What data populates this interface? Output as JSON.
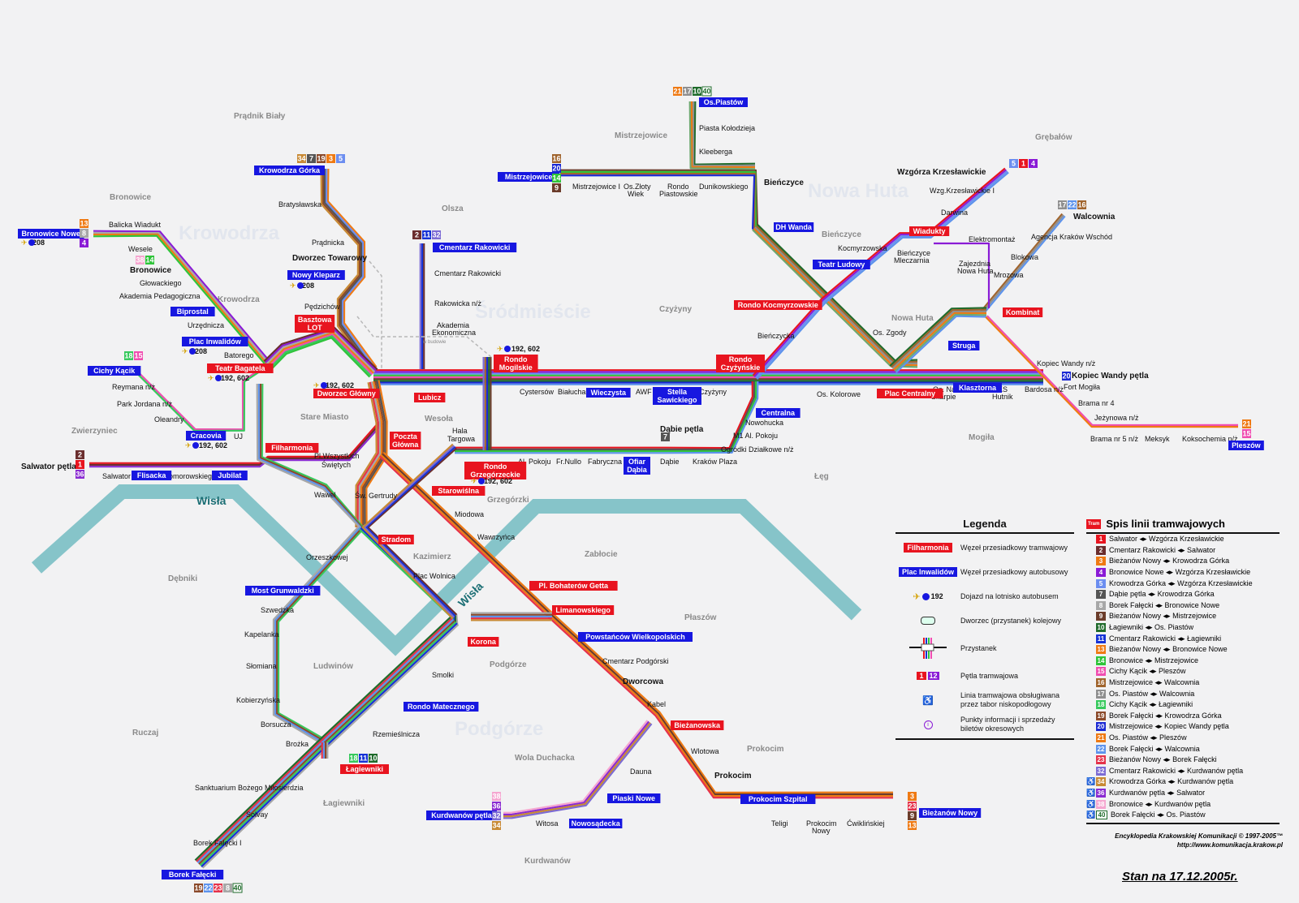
{
  "colors": {
    "river": "#86c4c9",
    "hub_tram": "#e8141f",
    "hub_bus": "#1717e0",
    "line1": "#e8141f",
    "line2": "#6b2e2e",
    "line3": "#ef7a13",
    "line4": "#8a1bd6",
    "line5": "#6c8ef0",
    "line7": "#555555",
    "line8": "#a7a7a7",
    "line9": "#6b3c2a",
    "line10": "#1f6b2b",
    "line11": "#1532d6",
    "line13": "#ef7a13",
    "line14": "#2fc43a",
    "line15": "#f04db0",
    "line16": "#a0642d",
    "line17": "#8f8f8f",
    "line18": "#37c95d",
    "line19": "#8b4a2b",
    "line20": "#1a28d3",
    "line21": "#ef7a13",
    "line22": "#5d93ec",
    "line23": "#e5324a",
    "line32": "#7c6bd4",
    "line34": "#c88a35",
    "line36": "#8a2bd1",
    "line38": "#f5a6d0",
    "line40": "#ffffff"
  },
  "districts": {
    "pradnik": "Prądnik Biały",
    "bronowice": "Bronowice",
    "krowodrza_small": "Krowodrza",
    "olsza": "Olsza",
    "mistrzejowice": "Mistrzejowice",
    "grebalow": "Grębałów",
    "czyzyny": "Czyżyny",
    "bienczyce": "Bieńczyce",
    "nowa_huta_small": "Nowa Huta",
    "zwierzyniec": "Zwierzyniec",
    "stare_miasto": "Stare Miasto",
    "wesola": "Wesoła",
    "mogila": "Mogiła",
    "leg": "Łęg",
    "grzegorzki": "Grzegórzki",
    "kazimierz": "Kazimierz",
    "zablocie": "Zabłocie",
    "debniki": "Dębniki",
    "plaszow": "Płaszów",
    "ludwinow": "Ludwinów",
    "podgorze_small": "Podgórze",
    "ruczaj": "Ruczaj",
    "wola_duchacka": "Wola Duchacka",
    "prokocim": "Prokocim",
    "lagiewniki": "Łagiewniki",
    "kurdwanow": "Kurdwanów"
  },
  "big_districts": {
    "krowodrza": "Krowodrza",
    "srodmiescie": "Śródmieście",
    "nowa_huta": "Nowa Huta",
    "podgorze": "Podgórze"
  },
  "river": {
    "label1": "Wisła",
    "label2": "Wisła"
  },
  "tram_hubs": {
    "basztowa": "Basztowa",
    "basztowa2": "LOT",
    "teatr_bagatela": "Teatr Bagatela",
    "dworzec_glowny": "Dworzec Główny",
    "lubicz": "Lubicz",
    "rondo_mogilskie1": "Rondo",
    "rondo_mogilskie2": "Mogilskie",
    "poczta1": "Poczta",
    "poczta2": "Główna",
    "filharmonia": "Filharmonia",
    "rondo_grzeg1": "Rondo",
    "rondo_grzeg2": "Grzegórzeckie",
    "starowislna": "Starowiślna",
    "stradom": "Stradom",
    "pl_bohaterow": "Pl. Bohaterów Getta",
    "limanowskiego": "Limanowskiego",
    "korona": "Korona",
    "lagiewniki": "Łagiewniki",
    "biezanowska": "Bieżanowska",
    "rondo_kocmyrz": "Rondo Kocmyrzowskie",
    "rondo_czyz1": "Rondo",
    "rondo_czyz2": "Czyżyńskie",
    "plac_centralny": "Plac Centralny",
    "wiadukty": "Wiadukty",
    "kombinat": "Kombinat"
  },
  "bus_hubs": {
    "bronowice_nowe": "Bronowice Nowe",
    "krowodrza_gorka": "Krowodrza Górka",
    "nowy_kleparz": "Nowy Kleparz",
    "biprostal": "Biprostal",
    "plac_inwalidow": "Plac Inwalidów",
    "cichy_kacik": "Cichy Kącik",
    "cracovia": "Cracovia",
    "flisacka": "Flisacka",
    "jubilat": "Jubilat",
    "cmentarz_rak": "Cmentarz Rakowicki",
    "mistrzejowice": "Mistrzejowice",
    "os_piastow": "Os.Piastów",
    "dh_wanda": "DH Wanda",
    "teatr_ludowy": "Teatr Ludowy",
    "wieczysta": "Wieczysta",
    "stella1": "Stella",
    "stella2": "Sawickiego",
    "centralna": "Centralna",
    "struga": "Struga",
    "klasztorna": "Klasztorna",
    "ofiar1": "Ofiar",
    "ofiar2": "Dąbia",
    "pleszow": "Pleszów",
    "most_grunw": "Most Grunwaldzki",
    "powstancow": "Powstańców Wielkopolskich",
    "rondo_matecznego": "Rondo Matecznego",
    "piaski_nowe": "Piaski Nowe",
    "kurdwanow_petla": "Kurdwanów pętla",
    "nowosadecka": "Nowosądecka",
    "prokocim_szpital": "Prokocim Szpital",
    "biezanow_nowy": "Bieżanów Nowy",
    "borek_falecki": "Borek Fałęcki"
  },
  "stops": {
    "balicka": "Balicka Wiadukt",
    "wesele": "Wesele",
    "bronowice": "Bronowice",
    "glowackiego": "Głowackiego",
    "akademia_ped": "Akademia Pedagogiczna",
    "urzednicza": "Urzędnicza",
    "batorego": "Batorego",
    "reymana": "Reymana n/ż",
    "park_jordana": "Park Jordana n/ż",
    "oleandry": "Oleandry",
    "uj": "UJ",
    "salwator_petla": "Salwator pętla",
    "salwator": "Salwator",
    "komorowskiego": "Komorowskiego",
    "bratyslawska": "Bratysławska",
    "pradnicka": "Prądnicka",
    "dworzec_tow": "Dworzec Towarowy",
    "pedzichow": "Pędzichów",
    "pl_wszystkich1": "Pl.Wszystkich",
    "pl_wszystkich2": "Świętych",
    "wawel": "Wawel",
    "sw_gertrudy": "Św. Gertrudy",
    "orzeszkowej": "Orzeszkowej",
    "plac_wolnica": "Plac Wolnica",
    "miodowa": "Miodowa",
    "wawrzynca": "Wawrzyńca",
    "hala1": "Hala",
    "hala2": "Targowa",
    "cmentarz_rak_n": "Cmentarz Rakowicki",
    "rakowicka": "Rakowicka n/ż",
    "akademia_ek1": "Akademia",
    "akademia_ek2": "Ekonomiczna",
    "w_budowie": "w budowie",
    "cystersow": "Cystersów",
    "bialucha": "Białucha",
    "awf": "AWF",
    "czyzyny": "Czyżyny",
    "al_pokoju": "Al. Pokoju",
    "fr_nullo": "Fr.Nullo",
    "fabryczna": "Fabryczna",
    "dabie": "Dąbie",
    "krakow_plaza": "Kraków Plaza",
    "dabie_petla": "Dąbie pętla",
    "nowohucka": "Nowohucka",
    "m1": "M1 Al. Pokoju",
    "ogrodki": "Ogródki Działkowe n/ż",
    "mistrzejowice_i": "Mistrzejowice I",
    "os_zloty1": "Os.Złoty",
    "os_zloty2": "Wiek",
    "rondo_piast1": "Rondo",
    "rondo_piast2": "Piastowskie",
    "dunikowskiego": "Dunikowskiego",
    "piasta": "Piasta Kołodzieja",
    "kleeberga": "Kleeberga",
    "bienczyce": "Bieńczyce",
    "bienczycka": "Bieńczycka",
    "os_kolorowe": "Os. Kolorowe",
    "kocmyrzowska": "Kocmyrzowska",
    "bienczyce_mlecz1": "Bieńczyce",
    "bienczyce_mlecz2": "Mleczarnia",
    "os_zgody": "Os. Zgody",
    "os_na_skarpie1": "Os. Na",
    "os_na_skarpie2": "Skarpie",
    "ks_hutnik1": "KS",
    "ks_hutnik2": "Hutnik",
    "bardosa": "Bardosa n/ż",
    "fort_mogila": "Fort Mogiła",
    "kopiec_wandy": "Kopiec Wandy n/ż",
    "kopiec_wandy_petla": "Kopiec Wandy pętla",
    "brama4": "Brama nr 4",
    "jezynowa": "Jeżynowa n/ż",
    "brama5": "Brama nr 5 n/ż",
    "meksyk": "Meksyk",
    "koksochemia": "Koksochemia n/ż",
    "wzgorza": "Wzgórza Krzesławickie",
    "wzg_krz_i": "Wzg.Krzesławickie I",
    "darwina": "Darwina",
    "elektromontaz": "Elektromontaż",
    "zajezdnia1": "Zajezdnia",
    "zajezdnia2": "Nowa Huta",
    "mrozowa": "Mrozowa",
    "blokowa": "Blokowa",
    "agencja": "Agencja Kraków Wschód",
    "walcownia": "Walcownia",
    "szwedzka": "Szwedzka",
    "kapelanka": "Kapelanka",
    "slomiana": "Słomiana",
    "kobierzynska": "Kobierzyńska",
    "borsucza": "Borsucza",
    "brozka": "Brożka",
    "sanktuarium": "Sanktuarium Bożego Miłosierdzia",
    "solvay": "Solvay",
    "borek_i": "Borek Fałęcki I",
    "smolki": "Smolki",
    "rzemieslnicza": "Rzemieślnicza",
    "cmentarz_podg": "Cmentarz Podgórski",
    "dworcowa": "Dworcowa",
    "kabel": "Kabel",
    "wlotowa": "Wlotowa",
    "dauna": "Dauna",
    "prokocim": "Prokocim",
    "witosa": "Witosa",
    "teligi": "Teligi",
    "prokocim_nowy1": "Prokocim",
    "prokocim_nowy2": "Nowy",
    "cwiklinskiej": "Ćwiklińskiej"
  },
  "bus_info": {
    "b208": "208",
    "b192": "192, 602",
    "b192_602": "192, 602",
    "b192_short": "192, 602"
  },
  "terminal_badges": {
    "krowodrza_gorka": [
      "34",
      "7",
      "19",
      "3",
      "5"
    ],
    "bronowice_nowe": [
      "13",
      "8",
      "4"
    ],
    "bronowice_mid": [
      "38",
      "14"
    ],
    "cichy_kacik": [
      "18",
      "15"
    ],
    "salwator": [
      "2",
      "1",
      "36"
    ],
    "cmentarz_rak": [
      "2",
      "11",
      "32"
    ],
    "mistrzejowice": [
      "16",
      "20",
      "14",
      "9"
    ],
    "os_piastow": [
      "21",
      "17",
      "10",
      "40"
    ],
    "wzgorza": [
      "5",
      "1",
      "4"
    ],
    "walcownia": [
      "17",
      "22",
      "16"
    ],
    "kopiec": [
      "20"
    ],
    "pleszow": [
      "21",
      "15"
    ],
    "dabie": [
      "7"
    ],
    "lagiewniki": [
      "18",
      "11",
      "10"
    ],
    "kurdwanow": [
      "38",
      "36",
      "32",
      "34"
    ],
    "biezanow": [
      "3",
      "23",
      "9",
      "13"
    ],
    "borek": [
      "19",
      "22",
      "23",
      "8",
      "40"
    ]
  },
  "legend": {
    "title": "Legenda",
    "hub_tram_sample": "Filharmonia",
    "hub_tram_desc": "Węzeł przesiadkowy tramwajowy",
    "hub_bus_sample": "Plac Inwalidów",
    "hub_bus_desc": "Węzeł przesiadkowy autobusowy",
    "airport_sample": "192",
    "airport_desc": "Dojazd na lotnisko autobusem",
    "rail_desc": "Dworzec (przystanek) kolejowy",
    "stop_desc": "Przystanek",
    "loop_sample1": "1",
    "loop_sample2": "12",
    "loop_desc": "Pętla tramwajowa",
    "lowfloor_desc1": "Linia tramwajowa obsługiwana",
    "lowfloor_desc2": "przez tabor niskopodłogowy",
    "info_desc1": "Punkty informacji i sprzedaży",
    "info_desc2": "biletów okresowych"
  },
  "lines_list": {
    "title": "Spis linii tramwajowych",
    "icon": "Tram",
    "items": [
      {
        "num": "1",
        "route": "Salwator ◂▸ Wzgórza Krzesławickie",
        "lowfloor": false
      },
      {
        "num": "2",
        "route": "Cmentarz Rakowicki ◂▸ Salwator",
        "lowfloor": false
      },
      {
        "num": "3",
        "route": "Bieżanów Nowy ◂▸ Krowodrza Górka",
        "lowfloor": false
      },
      {
        "num": "4",
        "route": "Bronowice Nowe ◂▸ Wzgórza Krzesławickie",
        "lowfloor": false
      },
      {
        "num": "5",
        "route": "Krowodrza Górka ◂▸ Wzgórza Krzesławickie",
        "lowfloor": false
      },
      {
        "num": "7",
        "route": "Dąbie pętla ◂▸ Krowodrza Górka",
        "lowfloor": false
      },
      {
        "num": "8",
        "route": "Borek Fałęcki ◂▸ Bronowice Nowe",
        "lowfloor": false
      },
      {
        "num": "9",
        "route": "Bieżanów Nowy ◂▸ Mistrzejowice",
        "lowfloor": false
      },
      {
        "num": "10",
        "route": "Łagiewniki ◂▸ Os. Piastów",
        "lowfloor": false
      },
      {
        "num": "11",
        "route": "Cmentarz Rakowicki ◂▸ Łagiewniki",
        "lowfloor": false
      },
      {
        "num": "13",
        "route": "Bieżanów Nowy ◂▸ Bronowice Nowe",
        "lowfloor": false
      },
      {
        "num": "14",
        "route": "Bronowice ◂▸ Mistrzejowice",
        "lowfloor": false
      },
      {
        "num": "15",
        "route": "Cichy Kącik ◂▸ Pleszów",
        "lowfloor": false
      },
      {
        "num": "16",
        "route": "Mistrzejowice ◂▸ Walcownia",
        "lowfloor": false
      },
      {
        "num": "17",
        "route": "Os. Piastów ◂▸ Walcownia",
        "lowfloor": false
      },
      {
        "num": "18",
        "route": "Cichy Kącik ◂▸ Łagiewniki",
        "lowfloor": false
      },
      {
        "num": "19",
        "route": "Borek Fałęcki ◂▸ Krowodrza Górka",
        "lowfloor": false
      },
      {
        "num": "20",
        "route": "Mistrzejowice ◂▸ Kopiec Wandy pętla",
        "lowfloor": false
      },
      {
        "num": "21",
        "route": "Os. Piastów ◂▸ Pleszów",
        "lowfloor": false
      },
      {
        "num": "22",
        "route": "Borek Fałęcki ◂▸ Walcownia",
        "lowfloor": false
      },
      {
        "num": "23",
        "route": "Bieżanów Nowy ◂▸ Borek Fałęcki",
        "lowfloor": false
      },
      {
        "num": "32",
        "route": "Cmentarz Rakowicki ◂▸ Kurdwanów pętla",
        "lowfloor": false
      },
      {
        "num": "34",
        "route": "Krowodrza Górka ◂▸ Kurdwanów pętla",
        "lowfloor": true
      },
      {
        "num": "36",
        "route": "Kurdwanów pętla ◂▸ Salwator",
        "lowfloor": true
      },
      {
        "num": "38",
        "route": "Bronowice ◂▸ Kurdwanów pętla",
        "lowfloor": true
      },
      {
        "num": "40",
        "route": "Borek Fałęcki ◂▸ Os. Piastów",
        "lowfloor": true
      }
    ]
  },
  "credit": {
    "line1": "Encyklopedia Krakowskiej Komunikacji © 1997-2005™",
    "line2": "http://www.komunikacja.krakow.pl"
  },
  "stan": "Stan na 17.12.2005r."
}
